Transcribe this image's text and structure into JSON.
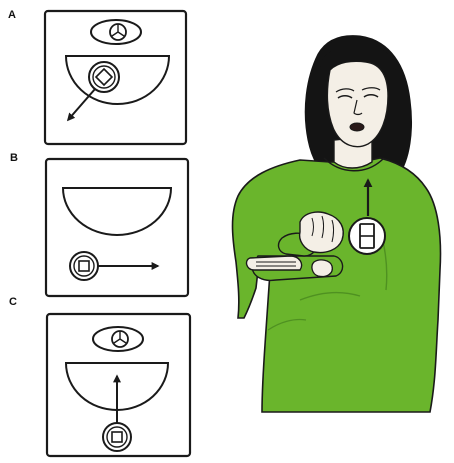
{
  "panels": [
    {
      "label": "A"
    },
    {
      "label": "B"
    },
    {
      "label": "C"
    }
  ],
  "colors": {
    "shirt": "#6ab52c",
    "shirt_shadow": "#4f9121",
    "skin": "#f4efe6",
    "hair": "#141414",
    "line": "#1a1a1a",
    "background": "#ffffff"
  },
  "icons": {
    "panel_a": [
      "face-symbol-icon",
      "diamond-handshape-icon",
      "arrow-down-left-icon"
    ],
    "panel_b": [
      "square-handshape-icon",
      "arrow-right-icon"
    ],
    "panel_c": [
      "face-symbol-icon",
      "square-handshape-icon",
      "arrow-up-icon"
    ],
    "figure": [
      "b-handshape-icon",
      "arrow-up-icon"
    ]
  }
}
